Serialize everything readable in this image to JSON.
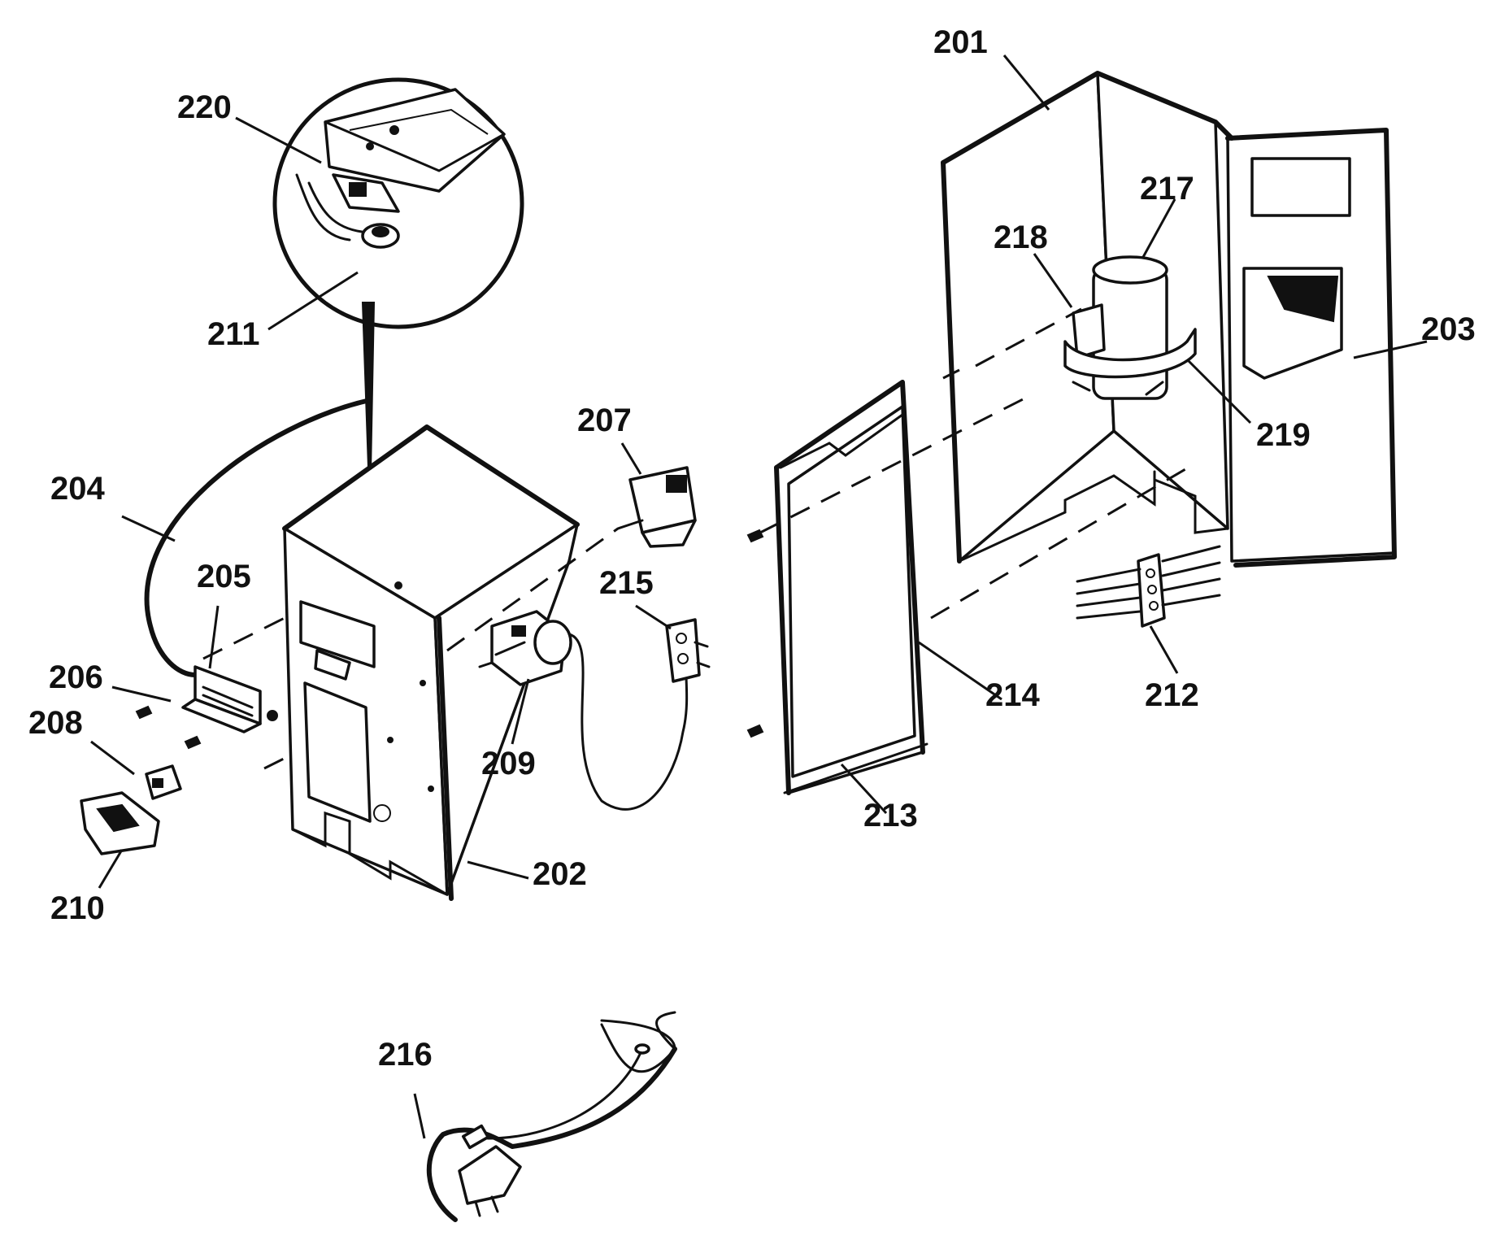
{
  "labels": {
    "p201": "201",
    "p202": "202",
    "p203": "203",
    "p204": "204",
    "p205": "205",
    "p206": "206",
    "p207": "207",
    "p208": "208",
    "p209": "209",
    "p210": "210",
    "p211": "211",
    "p212": "212",
    "p213": "213",
    "p214": "214",
    "p215": "215",
    "p216": "216",
    "p217": "217",
    "p218": "218",
    "p219": "219",
    "p220": "220"
  }
}
